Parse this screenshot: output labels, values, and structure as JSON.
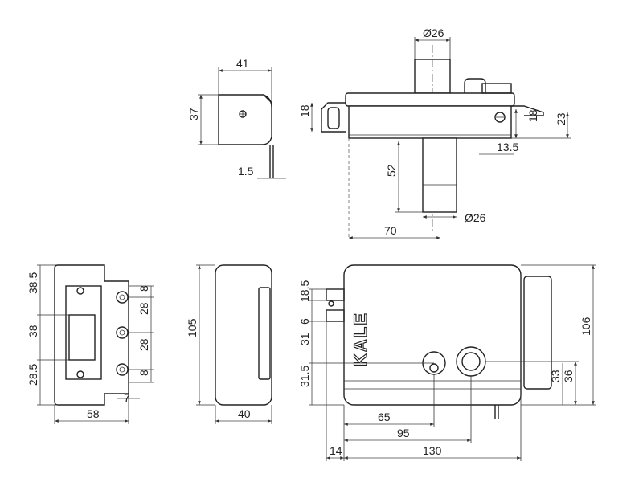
{
  "drawing": {
    "brand": "KALE",
    "top_views": {
      "side_strike": {
        "width": "41",
        "height": "37",
        "plate": "1.5"
      },
      "lock_top": {
        "cylinder_top": "Ø26",
        "cylinder_bottom": "Ø26",
        "left_height": "18",
        "right_height_a": "18",
        "right_height_b": "23",
        "offset": "13.5",
        "cyl_length": "52",
        "depth": "70"
      }
    },
    "front_views": {
      "strike": {
        "a": "38.5",
        "b": "38",
        "c": "28.5",
        "d": "8",
        "e": "28",
        "f": "28",
        "g": "8",
        "h": "7",
        "width": "58"
      },
      "side": {
        "height": "105",
        "width": "40"
      },
      "lock": {
        "a": "6",
        "b": "18.5",
        "c": "31",
        "d": "31.5",
        "e": "65",
        "f": "95",
        "g": "14",
        "h": "130",
        "i": "106",
        "j": "36",
        "k": "33"
      }
    }
  }
}
